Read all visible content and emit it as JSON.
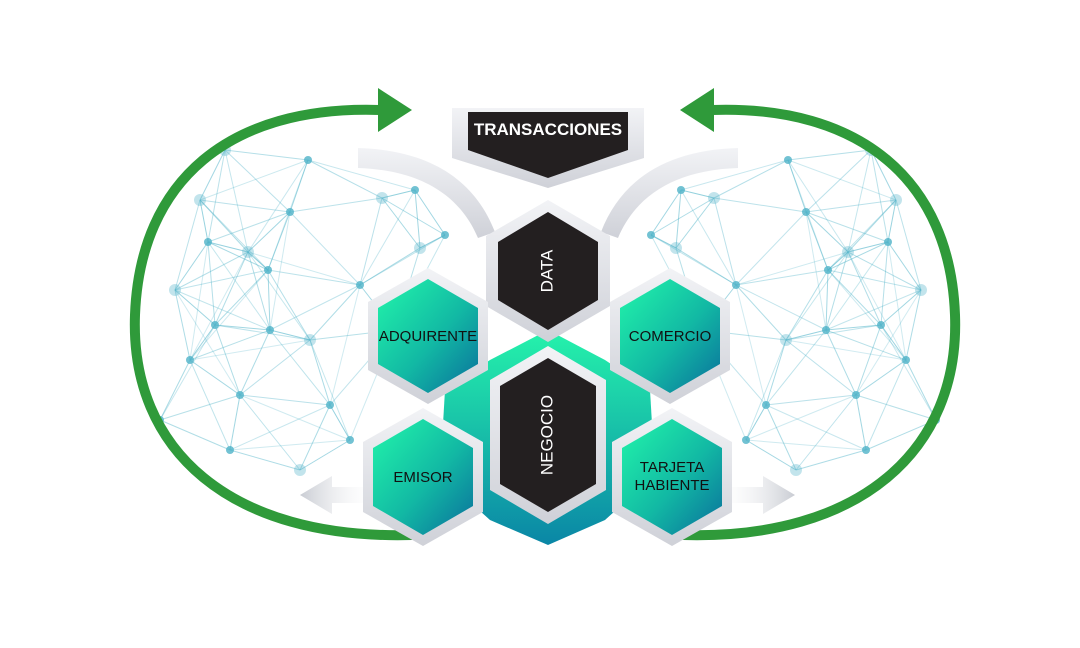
{
  "diagram": {
    "banner": "TRANSACCIONES",
    "center_top": "DATA",
    "center_bottom": "NEGOCIO",
    "left_top": "ADQUIRENTE",
    "left_bottom": "EMISOR",
    "right_top": "COMERCIO",
    "right_bottom_line1": "TARJETA",
    "right_bottom_line2": "HABIENTE"
  },
  "colors": {
    "cycle_arrow": "#2f9a3a",
    "network": "#4fb3c8",
    "hex_gradient_start": "#1ef5a6",
    "hex_gradient_end": "#0a7aa0",
    "dark_hex": "#231f20",
    "silver": "#e6e7ec"
  }
}
